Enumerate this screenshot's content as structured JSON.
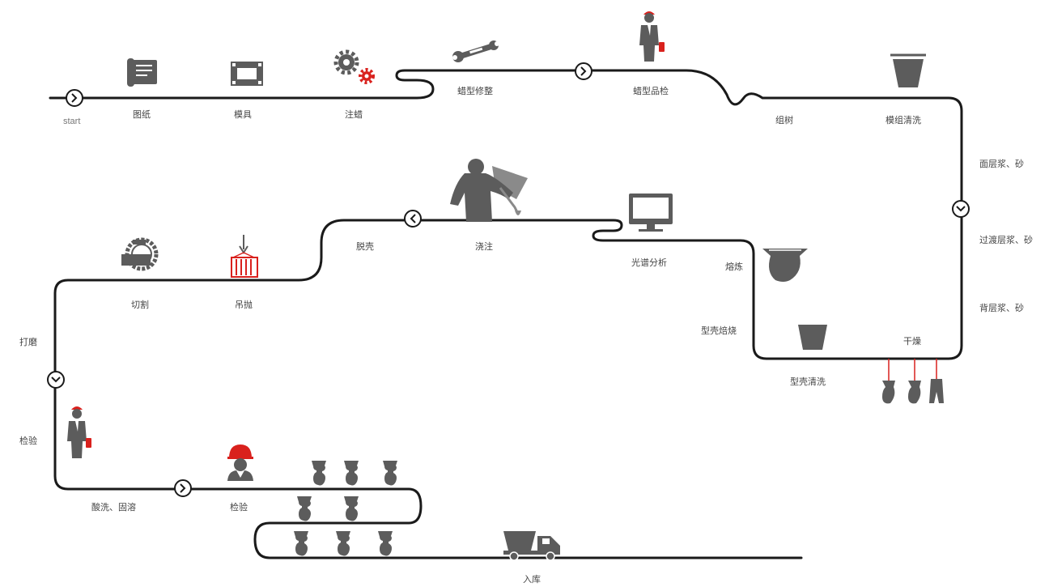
{
  "colors": {
    "line": "#1a1a1a",
    "icon": "#5c5c5c",
    "accent": "#d9211d",
    "text": "#444444"
  },
  "labels": {
    "start": "start",
    "drawing": "图纸",
    "mold": "模具",
    "wax_injection": "注蜡",
    "wax_trimming": "蜡型修整",
    "wax_inspection": "蜡型品检",
    "assembly": "组树",
    "cluster_cleaning": "模组清洗",
    "face_coat": "面层浆、砂",
    "transition_coat": "过渡层浆、砂",
    "back_coat": "背层浆、砂",
    "drying": "干燥",
    "shell_cleaning": "型壳清洗",
    "shell_baking": "型壳焙烧",
    "smelting": "熔炼",
    "spectral_analysis": "光谱分析",
    "pouring": "浇注",
    "shell_removal": "脱壳",
    "hoisting": "吊抛",
    "cutting": "切割",
    "grinding": "打磨",
    "inspection_1": "检验",
    "pickling": "酸洗、固溶",
    "inspection_2": "检验",
    "warehousing": "入库"
  },
  "icons": [
    "arrow-right-icon",
    "blueprint-icon",
    "mold-icon",
    "gears-icon",
    "wrench-icon",
    "arrow-right-icon",
    "inspector-icon",
    "bucket-icon",
    "arrow-down-icon",
    "bucket-icon",
    "castings-hanging-icon",
    "crucible-icon",
    "monitor-icon",
    "pouring-worker-icon",
    "arrow-left-icon",
    "crane-container-icon",
    "circular-saw-icon",
    "arrow-down-icon",
    "inspector-icon",
    "arrow-right-icon",
    "helmet-worker-icon",
    "casting-part-icon",
    "truck-icon"
  ]
}
